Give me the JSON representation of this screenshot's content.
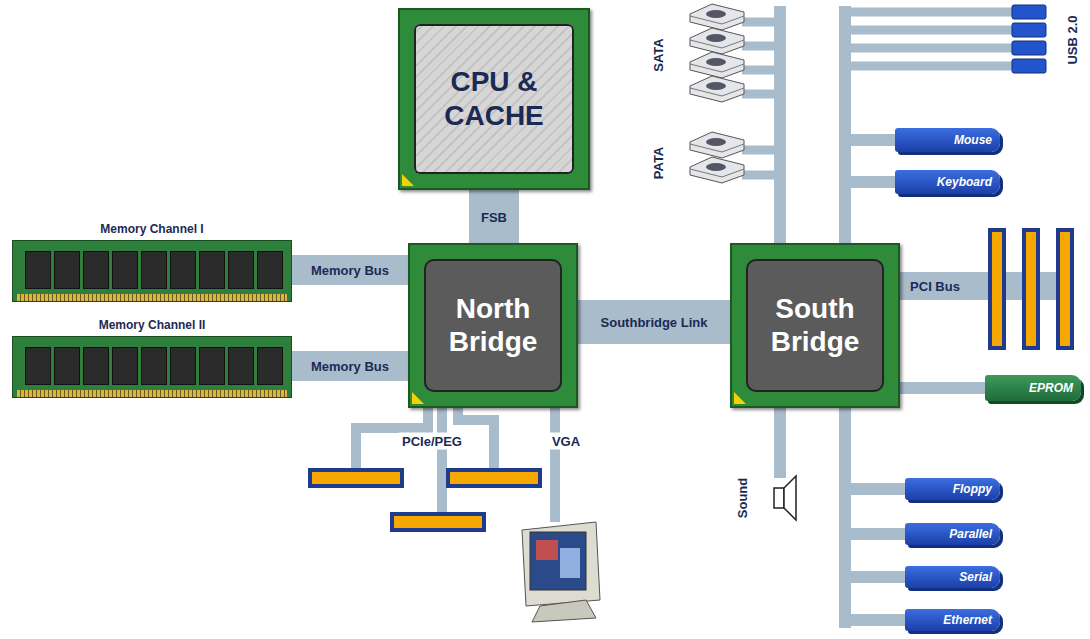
{
  "diagram": {
    "nodes": [
      {
        "text": [
          "CPU & CACHE"
        ]
      },
      {
        "text": [
          "Memory Channel I"
        ]
      },
      {
        "text": [
          "Memory Channel II"
        ]
      },
      {
        "text": [
          "North Bridge"
        ]
      },
      {
        "text": [
          "South Bridge"
        ]
      },
      {
        "text": [
          "Mouse"
        ]
      },
      {
        "text": [
          "Keyboard"
        ]
      },
      {
        "text": [
          "EPROM"
        ]
      },
      {
        "text": [
          "Floppy"
        ]
      },
      {
        "text": [
          "Parallel"
        ]
      },
      {
        "text": [
          "Serial"
        ]
      },
      {
        "text": [
          "Ethernet"
        ]
      }
    ],
    "edges": [
      {
        "from": 0,
        "to": 3,
        "label": "FSB",
        "arrow": "none"
      },
      {
        "from": 1,
        "to": 3,
        "label": "Memory Bus",
        "arrow": "none"
      },
      {
        "from": 2,
        "to": 3,
        "label": "Memory Bus",
        "arrow": "none"
      },
      {
        "from": 3,
        "to": 4,
        "label": "Southbridge Link",
        "arrow": "none"
      },
      {
        "from": 4,
        "to": 5,
        "arrow": "none"
      },
      {
        "from": 4,
        "to": 6,
        "arrow": "none"
      },
      {
        "from": 4,
        "to": 7,
        "arrow": "none"
      },
      {
        "from": 4,
        "to": 8,
        "arrow": "none"
      },
      {
        "from": 4,
        "to": 9,
        "arrow": "none"
      },
      {
        "from": 4,
        "to": 10,
        "arrow": "none"
      },
      {
        "from": 4,
        "to": 11,
        "arrow": "none"
      }
    ],
    "labels": [
      "SATA",
      "PATA",
      "USB 2.0",
      "PCI Bus",
      "PCIe/PEG",
      "VGA",
      "Sound"
    ]
  }
}
